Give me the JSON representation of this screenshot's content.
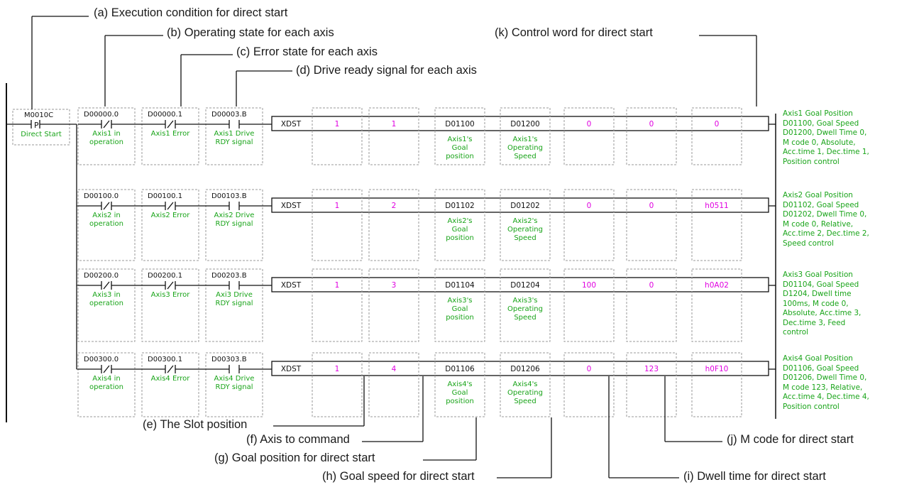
{
  "annotations": {
    "a": "(a) Execution condition for direct start",
    "b": "(b) Operating state for each axis",
    "c": "(c) Error state for each axis",
    "d": "(d) Drive ready signal for each axis",
    "e": "(e) The Slot position",
    "f": "(f) Axis to command",
    "g": "(g) Goal position for direct start",
    "h": "(h) Goal speed for direct start",
    "i": "(i) Dwell time for direct start",
    "j": "(j) M code for direct start",
    "k": "(k) Control word for direct start"
  },
  "start_contact": {
    "device": "M0010C",
    "symbol": "P",
    "comment": "Direct Start"
  },
  "rungs": [
    {
      "c1": {
        "device": "D00000.0",
        "comment": [
          "Axis1 in",
          "operation"
        ]
      },
      "c2": {
        "device": "D00000.1",
        "comment": [
          "Axis1 Error"
        ]
      },
      "c3": {
        "device": "D00003.B",
        "comment": [
          "Axis1 Drive",
          "RDY signal"
        ]
      },
      "instr": "XDST",
      "slot": "1",
      "axis": "1",
      "pos": "D01100",
      "pos_c": [
        "Axis1's",
        "Goal",
        "position"
      ],
      "spd": "D01200",
      "spd_c": [
        "Axis1's",
        "Operating",
        "Speed"
      ],
      "dwell": "0",
      "mcode": "0",
      "ctrl": "0",
      "side": [
        "Axis1 Goal Position",
        "D01100, Goal Speed",
        "D01200, Dwell Time 0,",
        "M code 0, Absolute,",
        "Acc.time 1, Dec.time 1,",
        "Position control"
      ]
    },
    {
      "c1": {
        "device": "D00100.0",
        "comment": [
          "Axis2 in",
          "operation"
        ]
      },
      "c2": {
        "device": "D00100.1",
        "comment": [
          "Axis2 Error"
        ]
      },
      "c3": {
        "device": "D00103.B",
        "comment": [
          "Axis2 Drive",
          "RDY signal"
        ]
      },
      "instr": "XDST",
      "slot": "1",
      "axis": "2",
      "pos": "D01102",
      "pos_c": [
        "Axis2's",
        "Goal",
        "position"
      ],
      "spd": "D01202",
      "spd_c": [
        "Axis2's",
        "Operating",
        "Speed"
      ],
      "dwell": "0",
      "mcode": "0",
      "ctrl": "h0511",
      "side": [
        "Axis2 Goal Position",
        "D01102, Goal Speed",
        "D01202, Dwell Time 0,",
        "M code 0, Relative,",
        "Acc.time 2, Dec.time 2,",
        "Speed control"
      ]
    },
    {
      "c1": {
        "device": "D00200.0",
        "comment": [
          "Axis3 in",
          "operation"
        ]
      },
      "c2": {
        "device": "D00200.1",
        "comment": [
          "Axis3 Error"
        ]
      },
      "c3": {
        "device": "D00203.B",
        "comment": [
          "Axi3 Drive",
          "RDY signal"
        ]
      },
      "instr": "XDST",
      "slot": "1",
      "axis": "3",
      "pos": "D01104",
      "pos_c": [
        "Axis3's",
        "Goal",
        "position"
      ],
      "spd": "D01204",
      "spd_c": [
        "Axis3's",
        "Operating",
        "Speed"
      ],
      "dwell": "100",
      "mcode": "0",
      "ctrl": "h0A02",
      "side": [
        "Axis3 Goal Position",
        "D01104, Goal Speed",
        "D1204, Dwell time",
        "100ms, M code 0,",
        "Absolute, Acc.time 3,",
        "Dec.time 3, Feed",
        "control"
      ]
    },
    {
      "c1": {
        "device": "D00300.0",
        "comment": [
          "Axis4 in",
          "operation"
        ]
      },
      "c2": {
        "device": "D00300.1",
        "comment": [
          "Axis4 Error"
        ]
      },
      "c3": {
        "device": "D00303.B",
        "comment": [
          "Axis4 Drive",
          "RDY signal"
        ]
      },
      "instr": "XDST",
      "slot": "1",
      "axis": "4",
      "pos": "D01106",
      "pos_c": [
        "Axis4's",
        "Goal",
        "position"
      ],
      "spd": "D01206",
      "spd_c": [
        "Axis4's",
        "Operating",
        "Speed"
      ],
      "dwell": "0",
      "mcode": "123",
      "ctrl": "h0F10",
      "side": [
        "Axis4 Goal Position",
        "D01106, Goal Speed",
        "D01206, Dwell Time 0,",
        "M code 123, Relative,",
        "Acc.time 4, Dec.time 4,",
        "Position control"
      ]
    }
  ]
}
